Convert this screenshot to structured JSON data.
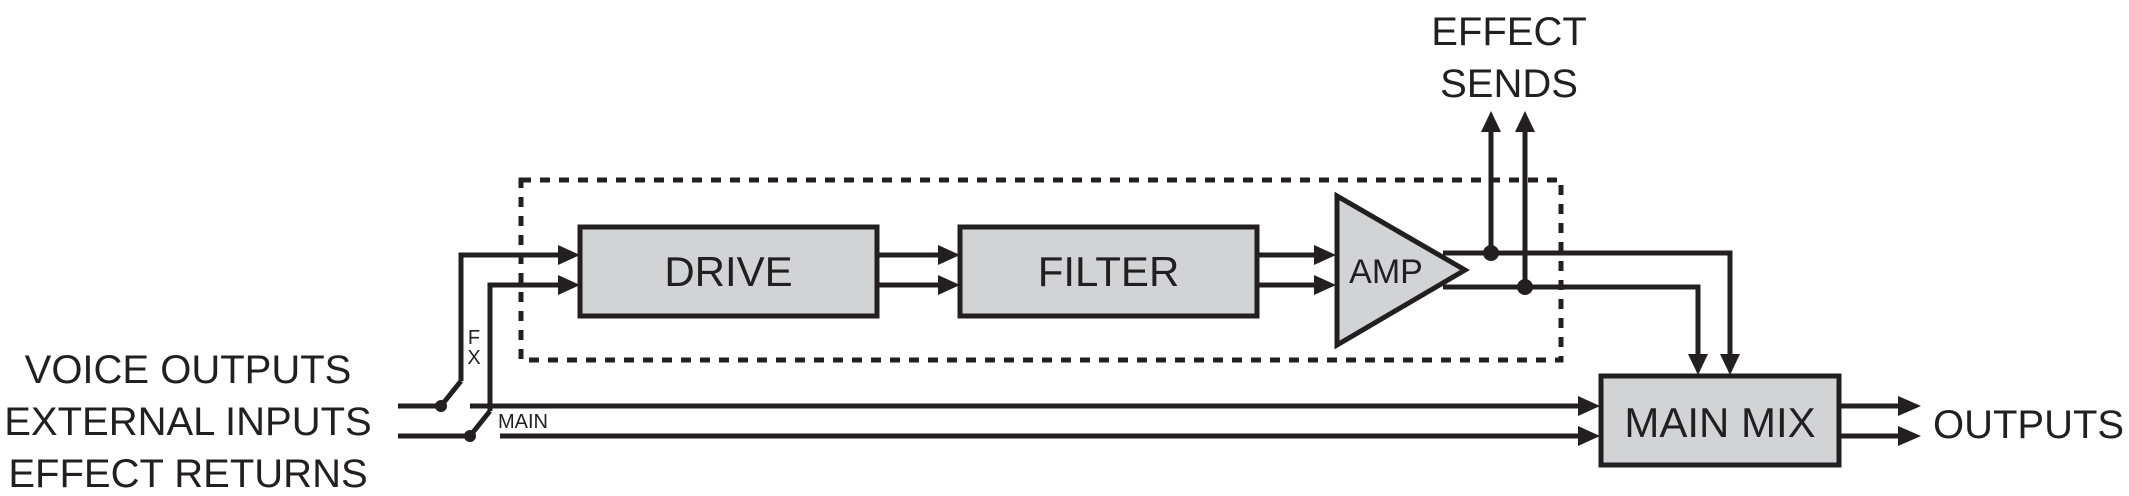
{
  "inputs": {
    "voice_outputs": "VOICE OUTPUTS",
    "external_inputs": "EXTERNAL INPUTS",
    "effect_returns": "EFFECT RETURNS"
  },
  "switch_labels": {
    "fx_top": "F",
    "fx_bottom": "X",
    "main": "MAIN"
  },
  "blocks": {
    "drive": "DRIVE",
    "filter": "FILTER",
    "amp": "AMP",
    "main_mix": "MAIN MIX"
  },
  "effect_sends": {
    "line1": "EFFECT",
    "line2": "SENDS"
  },
  "outputs": "OUTPUTS",
  "colors": {
    "ink": "#231f20",
    "block_fill": "#d1d3d4",
    "background": "#ffffff"
  }
}
